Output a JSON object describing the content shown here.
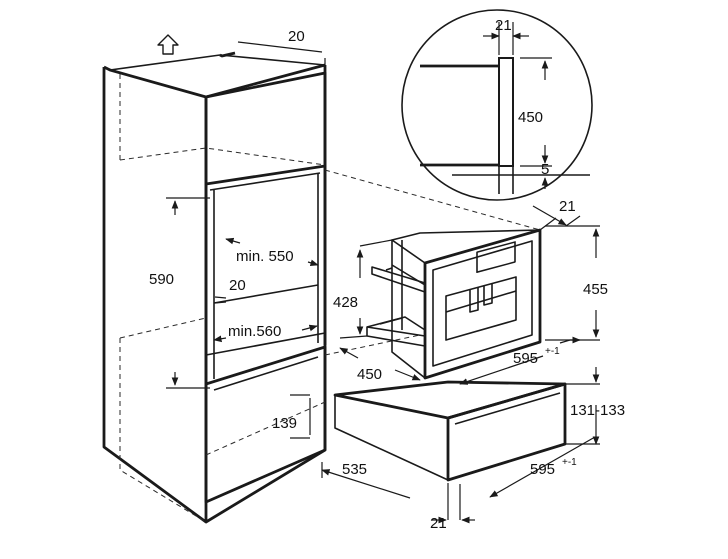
{
  "dimensions": {
    "top_recess_depth": "20",
    "detail_panel_thickness": "21",
    "detail_height": "450",
    "detail_gap": "5",
    "niche_height": "590",
    "niche_depth": "min. 550",
    "shelf_gap": "20",
    "niche_width": "min.560",
    "machine_front_thickness": "21",
    "machine_front_height": "455",
    "machine_body_height": "428",
    "machine_depth": "450",
    "machine_width": "595",
    "machine_width_tolerance": "+-1",
    "drawer_height_range": "131-133",
    "drawer_niche_height": "139",
    "drawer_depth": "535",
    "drawer_width": "595",
    "drawer_width_tolerance": "+-1",
    "drawer_front_thickness": "21"
  },
  "icons": [
    "up-arrow-icon"
  ]
}
